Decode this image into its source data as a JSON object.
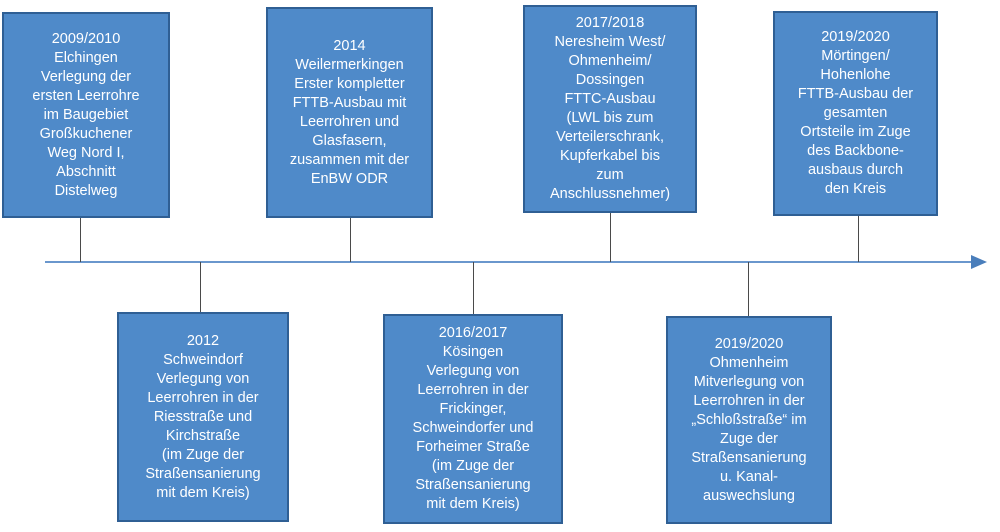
{
  "events": [
    {
      "text": "2009/2010\nElchingen\nVerlegung der\nersten Leerrohre\nim Baugebiet\nGroßkuchener\nWeg Nord I,\nAbschnitt\nDistelweg"
    },
    {
      "text": "2014\nWeilermerkingen\nErster kompletter\nFTTB-Ausbau mit\nLeerrohren und\nGlasfasern,\nzusammen mit der\nEnBW ODR"
    },
    {
      "text": "2017/2018\nNeresheim West/\nOhmenheim/\nDossingen\nFTTC-Ausbau\n(LWL bis zum\nVerteilerschrank,\nKupferkabel bis\nzum\nAnschlussnehmer)"
    },
    {
      "text": "2019/2020\nMörtingen/\nHohenlohe\nFTTB-Ausbau der\ngesamten\nOrtsteile im Zuge\ndes Backbone-\nausbaus durch\nden Kreis"
    },
    {
      "text": "2012\nSchweindorf\nVerlegung von\nLeerrohren in der\nRiesstraße und\nKirchstraße\n(im Zuge der\nStraßensanierung\nmit dem Kreis)"
    },
    {
      "text": "2016/2017\nKösingen\nVerlegung von\nLeerrohren in der\nFrickinger,\nSchweindorfer und\nForheimer Straße\n(im Zuge der\nStraßensanierung\nmit dem Kreis)"
    },
    {
      "text": "2019/2020\nOhmenheim\nMitverlegung von\nLeerrohren in der\n„Schloßstraße“ im\nZuge der\nStraßensanierung\nu. Kanal-\nauswechslung"
    }
  ],
  "colors": {
    "box_fill": "#4f8ac9",
    "box_border": "#2f5f94",
    "text": "#ffffff",
    "axis": "#6a97cd",
    "connector": "#4a4a4a"
  }
}
